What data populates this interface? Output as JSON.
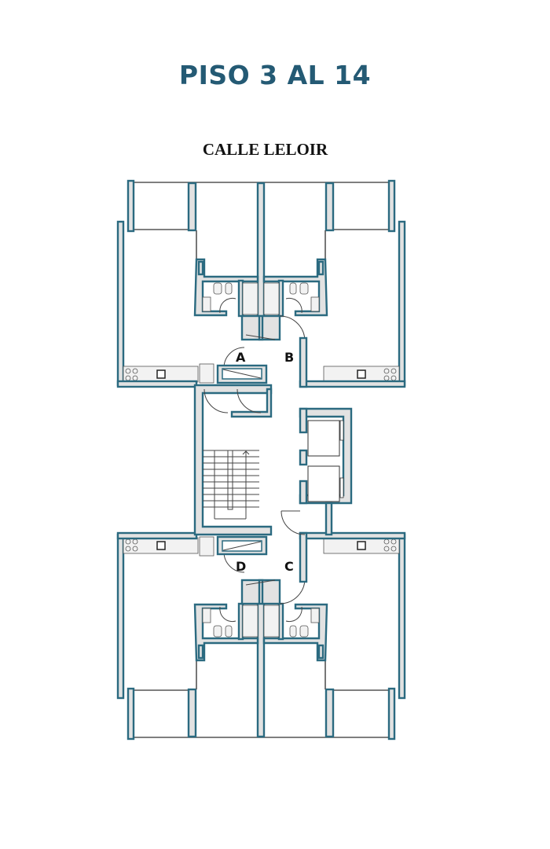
{
  "header": {
    "title": "PISO 3 AL 14",
    "street": "CALLE LELOIR"
  },
  "units": [
    {
      "label": "A"
    },
    {
      "label": "B"
    },
    {
      "label": "C"
    },
    {
      "label": "D"
    }
  ],
  "colors": {
    "title": "#245a74",
    "wall_stroke": "#2b6a80",
    "wall_fill": "#e2e2e2"
  }
}
